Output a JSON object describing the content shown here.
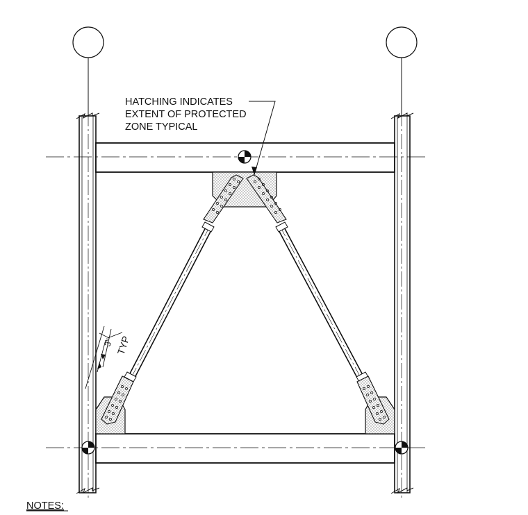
{
  "annotation": {
    "lines": [
      "HATCHING INDICATES",
      "EXTENT OF PROTECTED",
      "ZONE TYPICAL"
    ]
  },
  "dimension": {
    "value": "3\"",
    "note": "TYP"
  },
  "notes": {
    "heading": "NOTES:"
  },
  "colors": {
    "ink": "#111111",
    "hatch": "#cfcfcf",
    "paper": "#ffffff"
  }
}
